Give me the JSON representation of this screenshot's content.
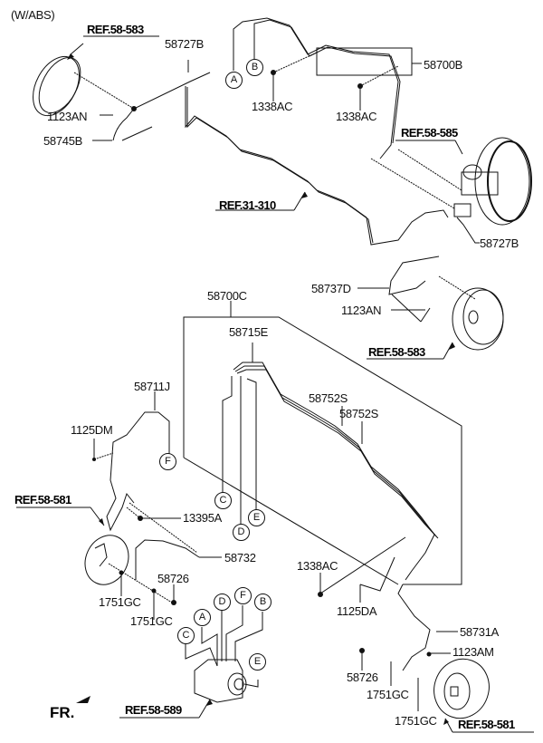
{
  "header": {
    "variant": "(W/ABS)"
  },
  "refs": {
    "ref_58_583_top": "REF.58-583",
    "ref_58_585": "REF.58-585",
    "ref_31_310": "REF.31-310",
    "ref_58_583_mid": "REF.58-583",
    "ref_58_581_left": "REF.58-581",
    "ref_58_589": "REF.58-589",
    "ref_58_581_right": "REF.58-581"
  },
  "parts": {
    "p58727B_top": "58727B",
    "p1123AN_top": "1123AN",
    "p58745B": "58745B",
    "p1338AC_a": "1338AC",
    "p1338AC_b": "1338AC",
    "p58700B": "58700B",
    "p58727B_right": "58727B",
    "p58737D": "58737D",
    "p1123AN_mid": "1123AN",
    "p58700C": "58700C",
    "p58715E": "58715E",
    "p58711J": "58711J",
    "p1125DM": "1125DM",
    "p58752S_a": "58752S",
    "p58752S_b": "58752S",
    "p13395A": "13395A",
    "p58732": "58732",
    "p58726_left": "58726",
    "p1751GC_l1": "1751GC",
    "p1751GC_l2": "1751GC",
    "p1338AC_c": "1338AC",
    "p1125DA": "1125DA",
    "p58731A": "58731A",
    "p1123AM": "1123AM",
    "p58726_right": "58726",
    "p1751GC_r1": "1751GC",
    "p1751GC_r2": "1751GC"
  },
  "connectors": {
    "top_A": "A",
    "top_B": "B",
    "mid_F": "F",
    "mid_C": "C",
    "mid_D": "D",
    "mid_E": "E",
    "hecu_A": "A",
    "hecu_D": "D",
    "hecu_F": "F",
    "hecu_B": "B",
    "hecu_C": "C",
    "hecu_E": "E"
  },
  "direction": {
    "label": "FR."
  }
}
